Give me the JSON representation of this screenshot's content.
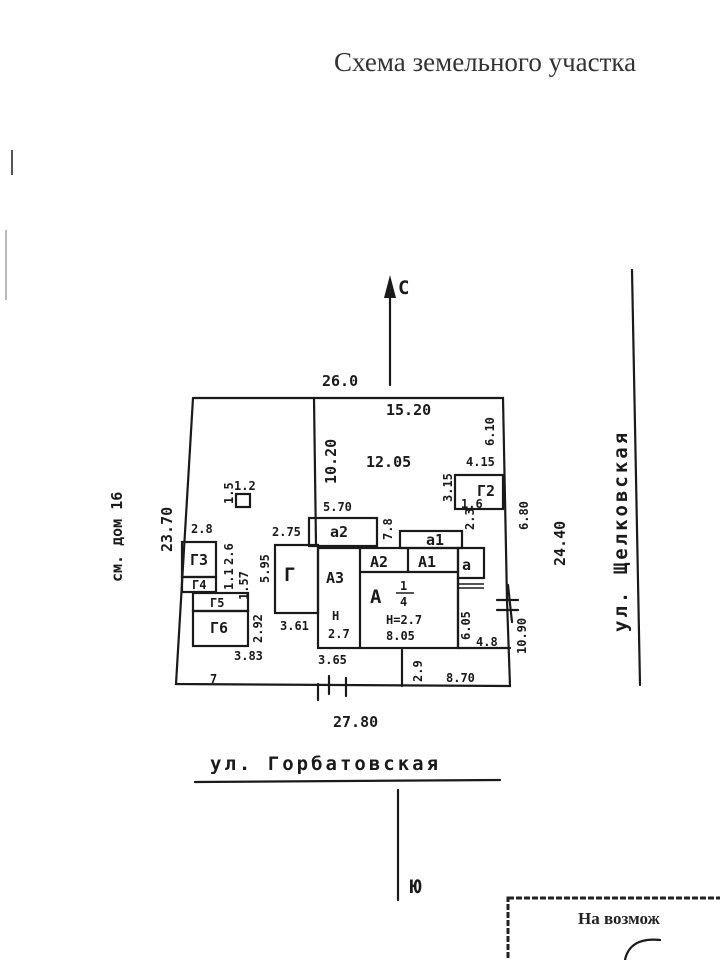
{
  "title": "Схема земельного участка",
  "compass": {
    "north": "С",
    "south": "Ю"
  },
  "streets": {
    "bottom": "ул. Горбатовская",
    "right": "ул. Щелковская"
  },
  "neighbor": "см. дом 16",
  "rooms": {
    "A": "А",
    "A_fraction_num": "1",
    "A_fraction_den": "4",
    "A1": "А1",
    "A2": "А2",
    "A3": "А3",
    "a": "а",
    "a1": "а1",
    "a2": "а2",
    "G": "Г",
    "G2": "Г2",
    "G3": "Г3",
    "G4": "Г4",
    "G5": "Г5",
    "G6": "Г6",
    "H_A3": "Н",
    "H_A3_val": "2.7",
    "H_A": "Н=2.7"
  },
  "dimensions": {
    "top": "26.0",
    "bottom": "27.80",
    "left": "23.70",
    "right": "24.40",
    "d1520": "15.20",
    "d1020": "10.20",
    "d1205": "12.05",
    "d610": "6.10",
    "d415": "4.15",
    "d315": "3.15",
    "d16": "1.6",
    "d680": "6.80",
    "d570": "5.70",
    "d275": "2.75",
    "d28": "2.8",
    "d12": "1.2",
    "d15": "1.5",
    "d11": "1.1",
    "d595": "5.95",
    "d361": "3.61",
    "d365": "3.65",
    "d805": "8.05",
    "d605": "6.05",
    "d48": "4.8",
    "d1090": "10.90",
    "d29": "2.9",
    "d870": "8.70",
    "d383": "3.83",
    "d26": "2.6",
    "d157": "1.57",
    "d292": "2.92",
    "d78": "7.8",
    "d23": "2.3",
    "d7": "7"
  },
  "stamp_text": "На возмож"
}
